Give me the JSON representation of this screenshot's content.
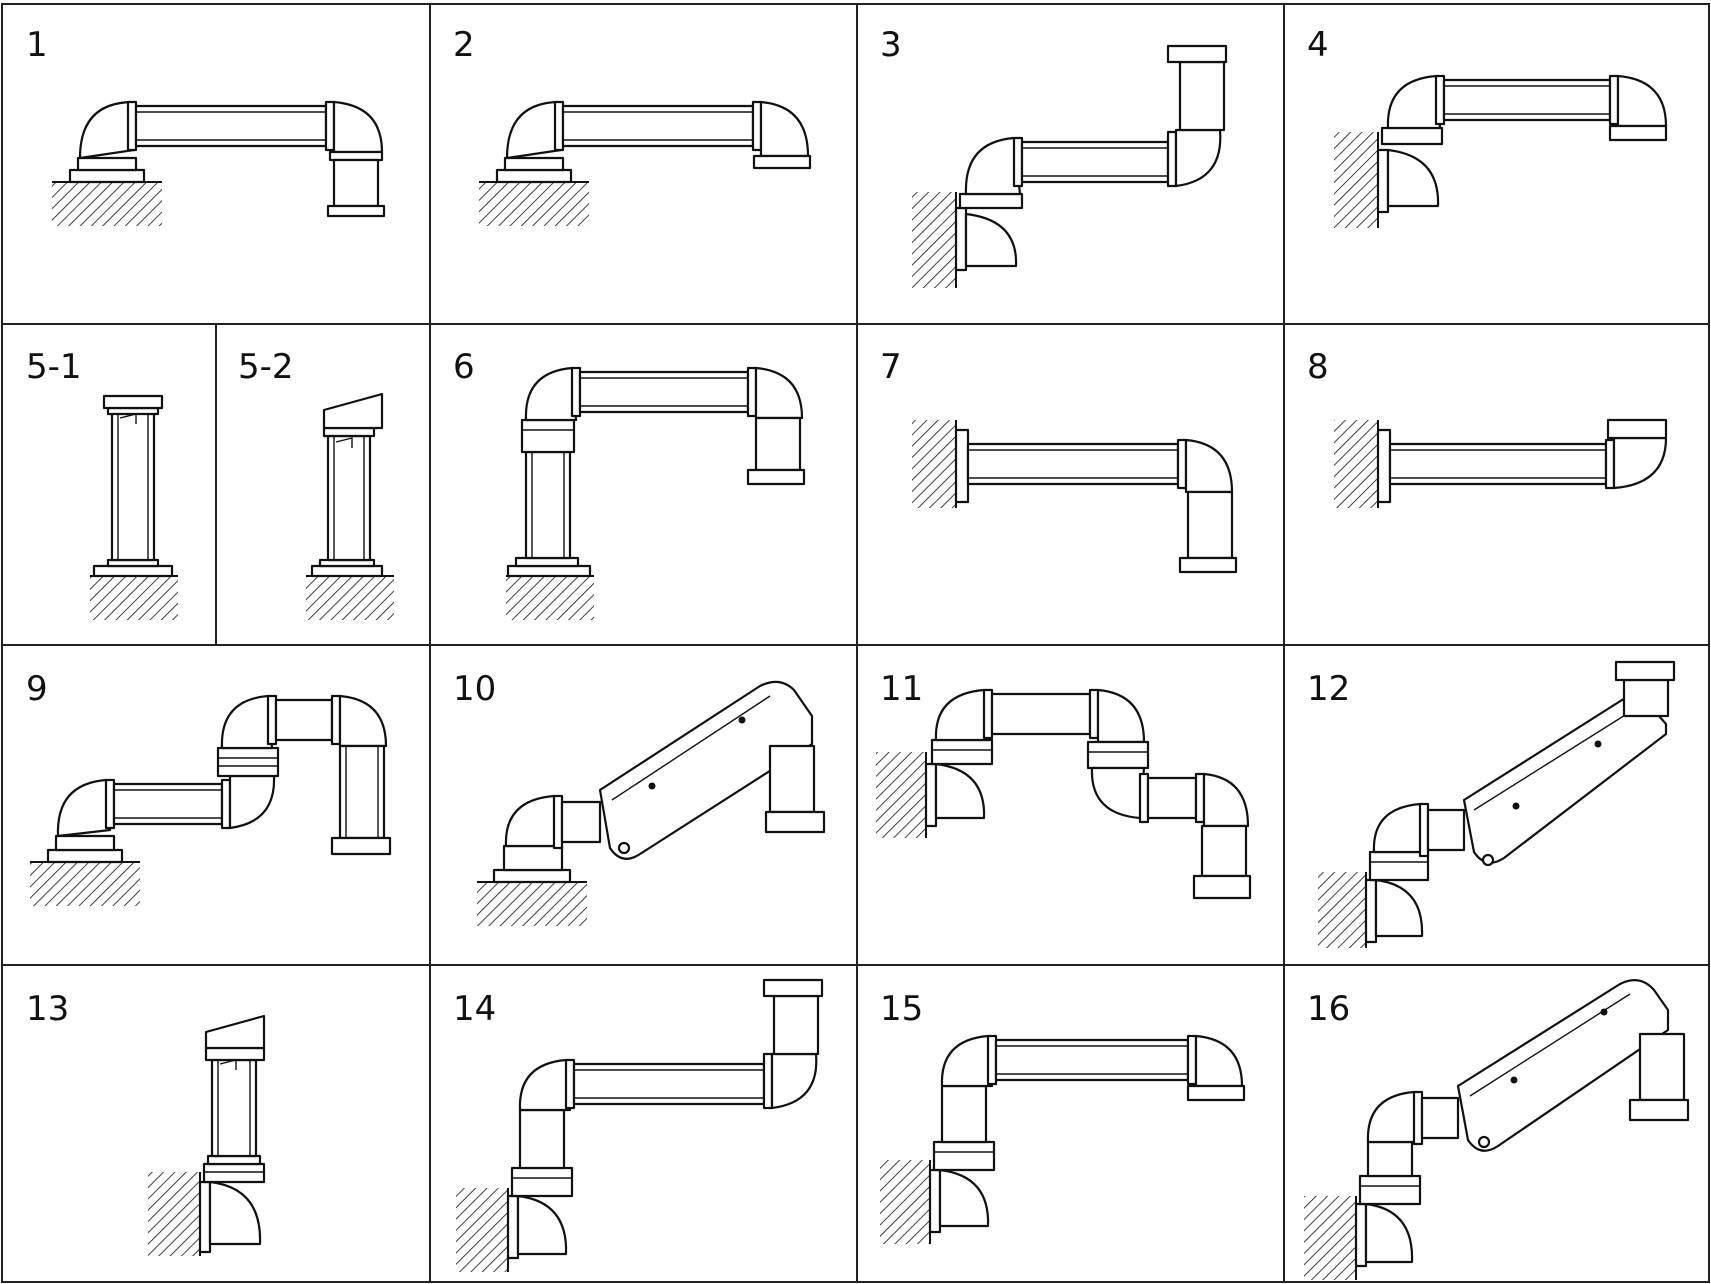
{
  "diagram": {
    "cells": [
      {
        "id": "c1",
        "label": "1"
      },
      {
        "id": "c2",
        "label": "2"
      },
      {
        "id": "c3",
        "label": "3"
      },
      {
        "id": "c4",
        "label": "4"
      },
      {
        "id": "c51",
        "label": "5-1"
      },
      {
        "id": "c52",
        "label": "5-2"
      },
      {
        "id": "c6",
        "label": "6"
      },
      {
        "id": "c7",
        "label": "7"
      },
      {
        "id": "c8",
        "label": "8"
      },
      {
        "id": "c9",
        "label": "9"
      },
      {
        "id": "c10",
        "label": "10"
      },
      {
        "id": "c11",
        "label": "11"
      },
      {
        "id": "c12",
        "label": "12"
      },
      {
        "id": "c13",
        "label": "13"
      },
      {
        "id": "c14",
        "label": "14"
      },
      {
        "id": "c15",
        "label": "15"
      },
      {
        "id": "c16",
        "label": "16"
      }
    ]
  }
}
